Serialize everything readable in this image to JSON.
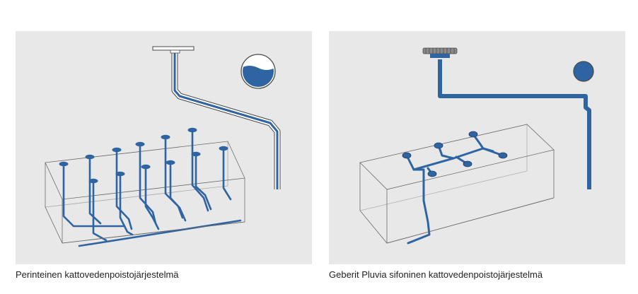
{
  "colors": {
    "background": "#ffffff",
    "panel": "#e8e8e8",
    "pipe_blue": "#2f64a2",
    "outline": "#4a4a4a",
    "caption_text": "#222222"
  },
  "diagrams": {
    "traditional": {
      "caption": "Perinteinen kattovedenpoistojärjestelmä",
      "icons": [
        "roof-drain-icon",
        "half-full-pipe-icon",
        "building-box"
      ]
    },
    "siphonic": {
      "caption": "Geberit Pluvia sifoninen kattovedenpoistojärjestelmä",
      "icons": [
        "siphonic-roof-outlet-icon",
        "full-pipe-icon",
        "building-box"
      ]
    }
  }
}
